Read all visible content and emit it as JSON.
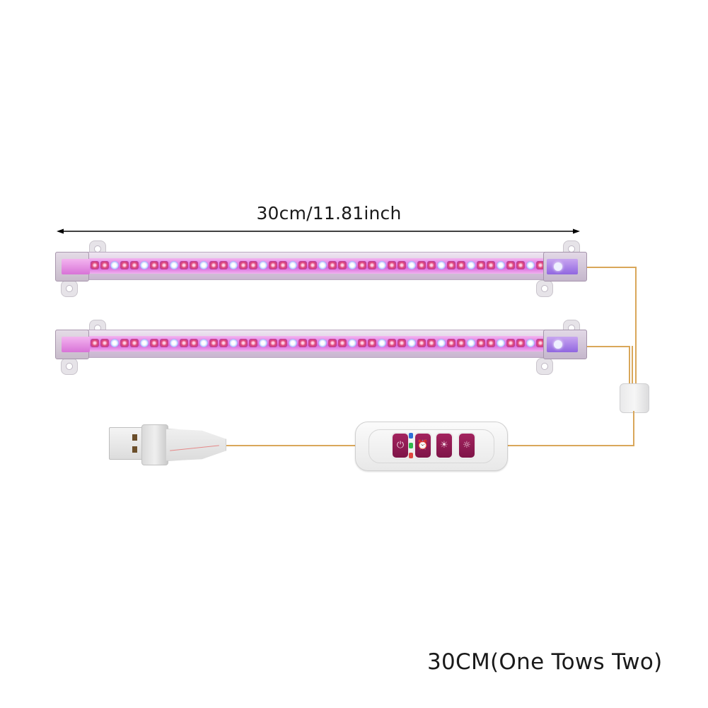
{
  "dimension": {
    "label": "30cm/11.81inch",
    "arrow_color": "#000000"
  },
  "product": {
    "bars": [
      {
        "id": "bar-1",
        "led_pattern": [
          "red",
          "red",
          "blue"
        ]
      },
      {
        "id": "bar-2",
        "led_pattern": [
          "red",
          "red",
          "blue"
        ]
      }
    ],
    "controller": {
      "buttons": [
        {
          "name": "power",
          "glyph": "⏻"
        },
        {
          "name": "timer",
          "glyph": "⏰"
        },
        {
          "name": "dim",
          "glyph": "☀"
        },
        {
          "name": "bright",
          "glyph": "☼"
        }
      ],
      "indicators": [
        "#2e6fd8",
        "#2fb84a",
        "#e0463f"
      ]
    },
    "connector": "USB-A",
    "wire_color": "#d9a75a"
  },
  "caption": "30CM(One Tows Two)"
}
